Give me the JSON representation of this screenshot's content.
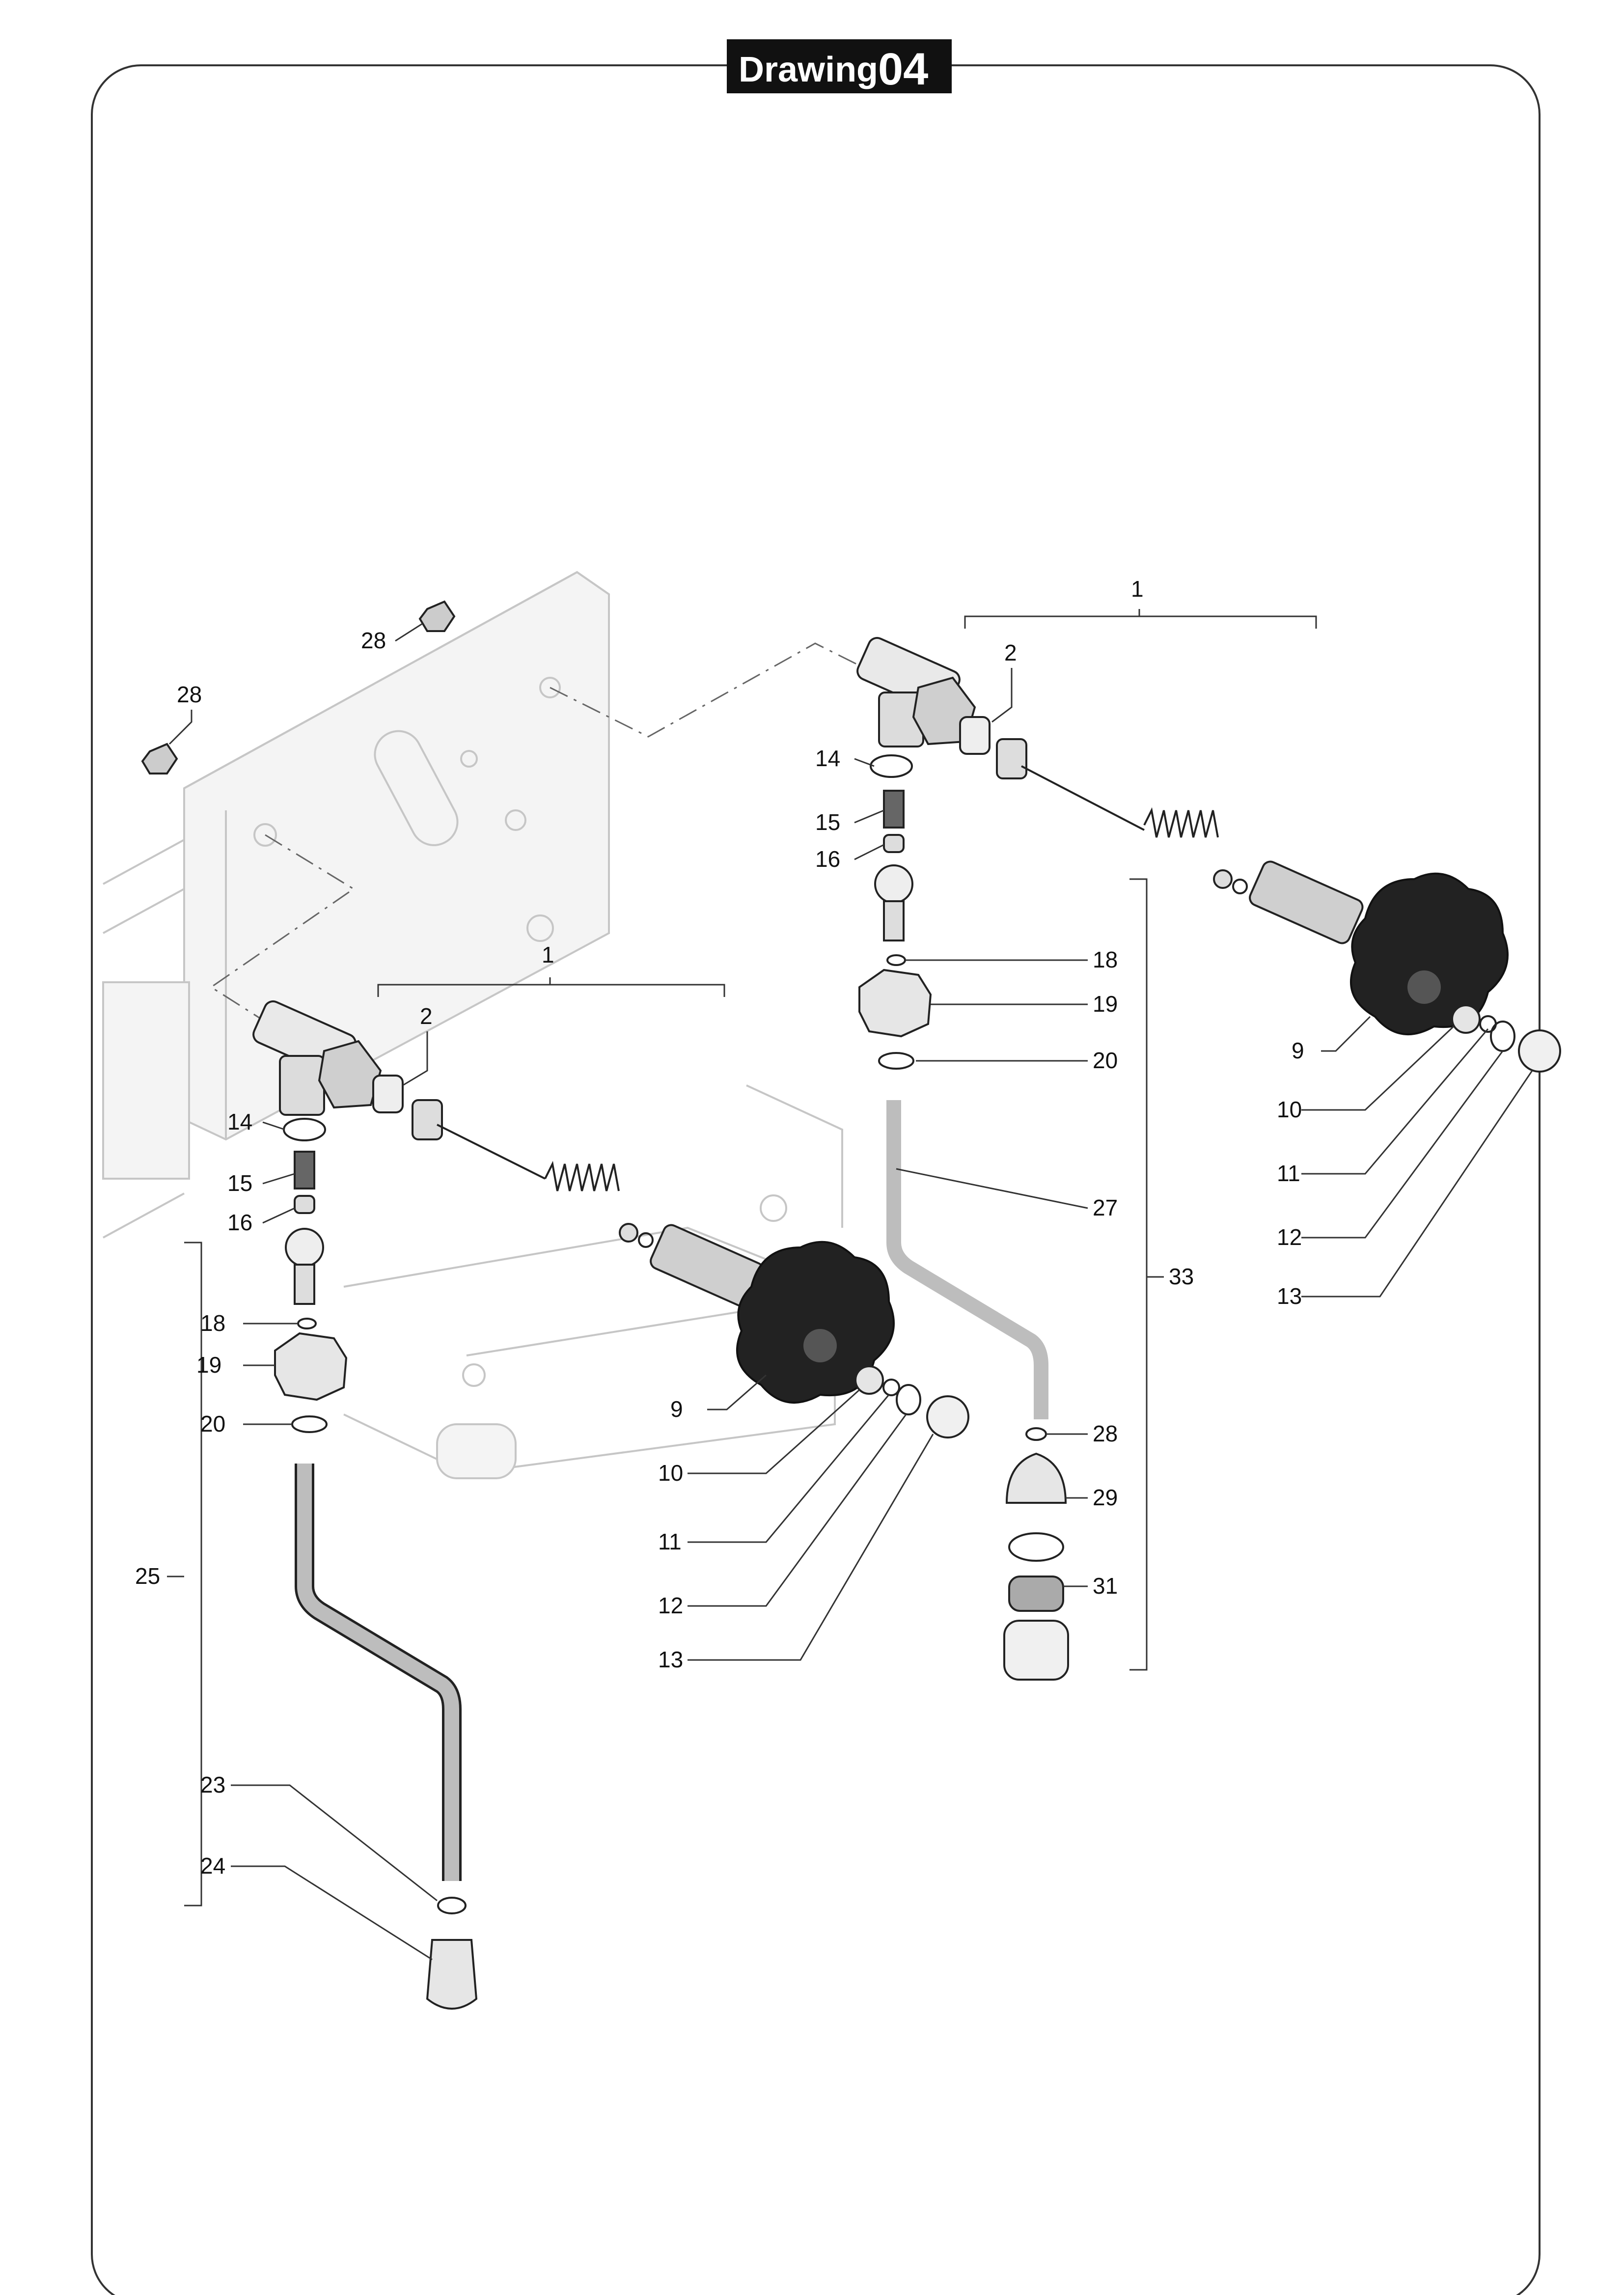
{
  "header": {
    "title_word": "Drawing",
    "title_number": "04"
  },
  "labels": {
    "left_assembly": {
      "assembly": "1",
      "sleeve": "2",
      "oring_top": "14",
      "spring": "15",
      "seat": "16",
      "small_oring": "18",
      "nut": "19",
      "washer": "20",
      "upper_oring": "23",
      "tip": "24",
      "bracket": "25",
      "knob": "9",
      "stem_end": "10",
      "clip": "11",
      "ring": "12",
      "cap": "13"
    },
    "right_assembly": {
      "assembly": "1",
      "sleeve": "2",
      "oring_top": "14",
      "spring": "15",
      "seat": "16",
      "small_oring": "18",
      "nut": "19",
      "washer": "20",
      "tube": "27",
      "lower_oring": "28",
      "nozzle": "29",
      "filter": "31",
      "bracket": "33",
      "knob": "9",
      "stem_end": "10",
      "clip": "11",
      "ring": "12",
      "cap": "13"
    },
    "frame_nuts": {
      "nut_a": "28",
      "nut_b": "28"
    }
  },
  "colors": {
    "ink": "#111111",
    "ghost": "#c6c6c6",
    "knob": "#222222",
    "title_bg": "#111111"
  }
}
